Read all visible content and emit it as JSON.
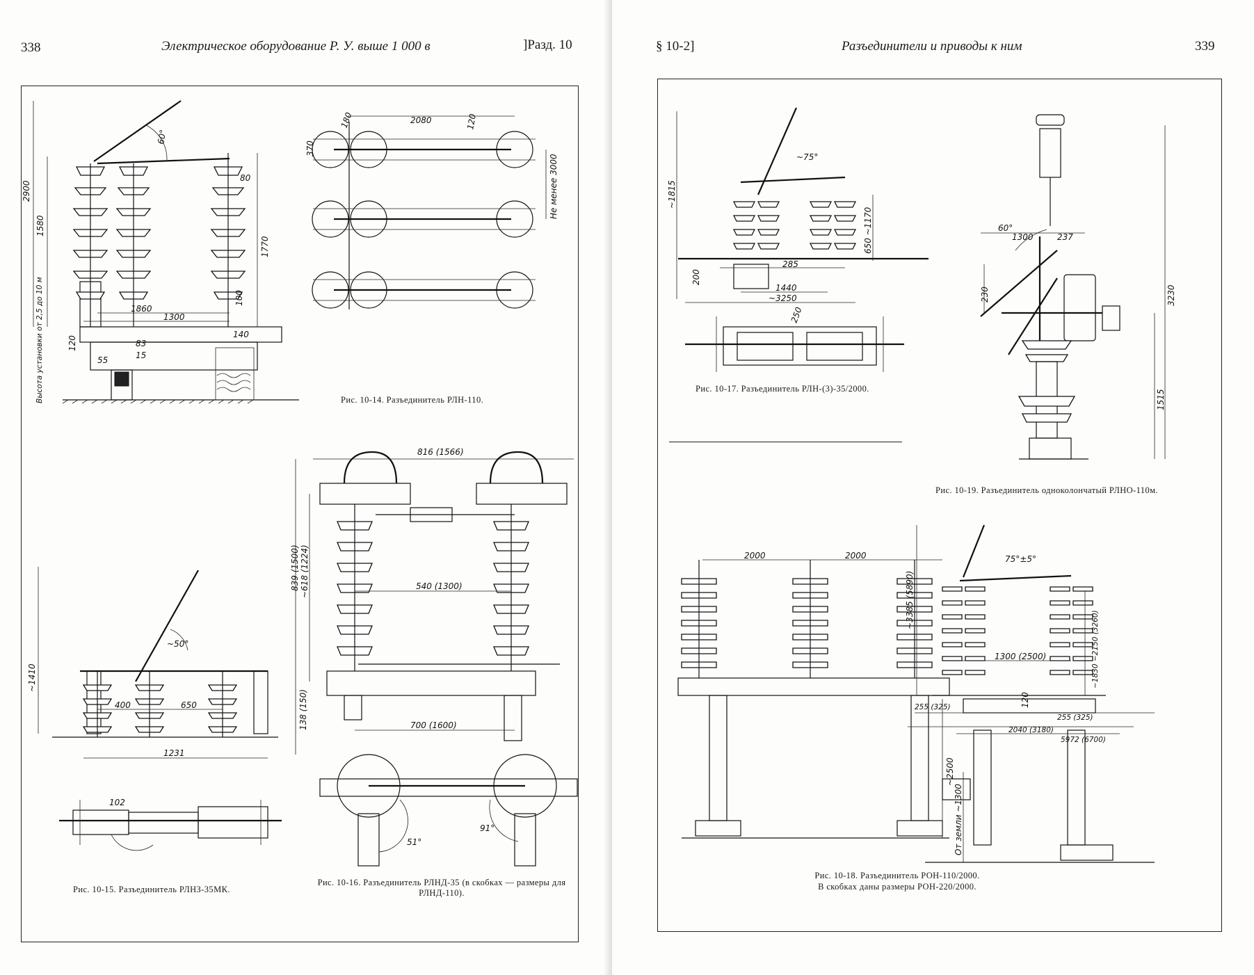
{
  "left_page": {
    "page_number": "338",
    "running_title": "Электрическое оборудование Р. У. выше 1 000 в",
    "section": "]Разд. 10"
  },
  "right_page": {
    "section": "§ 10-2]",
    "running_title": "Разъединители и приводы к ним",
    "page_number": "339"
  },
  "figures": {
    "fig_10_14": {
      "caption": "Рис. 10-14. Разъединитель РЛН-110.",
      "dims": {
        "d60": "60°",
        "d2900": "2900",
        "d1580": "1580",
        "d80": "80",
        "d1770": "1770",
        "d100": "100",
        "d1860": "1860",
        "d1300": "1300",
        "d140": "140",
        "d120": "120",
        "d83": "83",
        "d15": "15",
        "d55": "55",
        "height_note": "Высота установки от 2,5 до 10 м",
        "d2080": "2080",
        "d370": "370",
        "d180": "180",
        "d120b": "120",
        "min_dist": "Не менее 3000"
      }
    },
    "fig_10_15": {
      "caption": "Рис. 10-15. Разъединитель РЛНЗ-35МК.",
      "dims": {
        "d1410": "~1410",
        "d50": "~50°",
        "d400": "400",
        "d650": "650",
        "d1231": "1231",
        "d102": "102"
      }
    },
    "fig_10_16": {
      "caption": "Рис. 10-16. Разъединитель РЛНД-35 (в скобках — размеры для РЛНД-110).",
      "dims": {
        "d816": "816 (1566)",
        "d839": "839 (1500)",
        "d618": "~618 (1224)",
        "d540": "540 (1300)",
        "d138": "138 (150)",
        "d700": "700 (1600)",
        "d51": "51°",
        "d91": "91°"
      }
    },
    "fig_10_17": {
      "caption": "Рис. 10-17. Разъединитель РЛН-(3)-35/2000.",
      "dims": {
        "d75": "~75°",
        "d1815": "~1815",
        "d650": "650 ~1170",
        "d285": "285",
        "d200": "200",
        "d1440": "1440",
        "d3250": "~3250",
        "d250": "250"
      }
    },
    "fig_10_18": {
      "caption_line1": "Рис. 10-18. Разъединитель РОН-110/2000.",
      "caption_line2": "В скобках даны размеры РОН-220/2000.",
      "dims": {
        "d2000a": "2000",
        "d2000b": "2000",
        "d2500": "~2500",
        "d3385": "~3385 (5890)",
        "d75": "75°±5°",
        "d1300": "1300 (2500)",
        "d1830": "~1830 ~2150 (3260)",
        "d120": "120",
        "d255": "255 (325)",
        "d255b": "255 (325)",
        "d2040": "2040 (3180)",
        "d5972": "5972 (6700)",
        "d1300ground": "От земли ~1300"
      }
    },
    "fig_10_19": {
      "caption": "Рис. 10-19. Разъединитель одноколончатый РЛНО-110м.",
      "dims": {
        "d60": "60°",
        "d1300": "1300",
        "d237": "237",
        "d230": "230",
        "d3230": "3230",
        "d1515": "1515"
      }
    }
  }
}
